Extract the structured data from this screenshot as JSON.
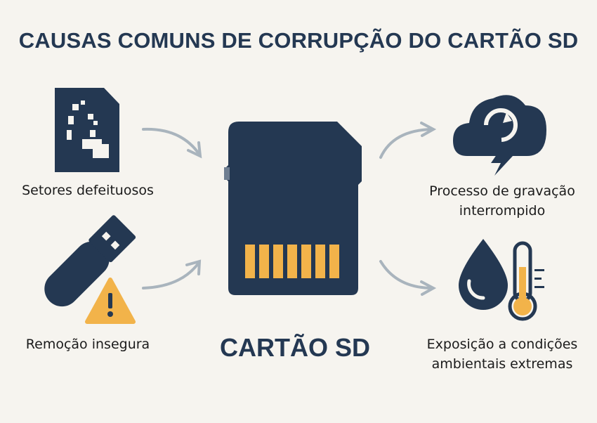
{
  "title": "CAUSAS COMUNS DE CORRUPÇÃO DO CARTÃO SD",
  "center": {
    "label": "CARTÃO SD"
  },
  "causes": [
    {
      "label": "Setores defeituosos",
      "icon": "damaged-sectors-icon"
    },
    {
      "label": "Remoção insegura",
      "icon": "usb-warning-icon"
    },
    {
      "label_line1": "Processo de gravação",
      "label_line2": "interrompido",
      "icon": "storm-cloud-icon"
    },
    {
      "label_line1": "Exposição a condições",
      "label_line2": "ambientais extremas",
      "icon": "drop-thermometer-icon"
    }
  ],
  "colors": {
    "navy": "#243852",
    "accent": "#f2b34a",
    "arrow": "#a9b4bd",
    "background": "#f6f4ef"
  }
}
